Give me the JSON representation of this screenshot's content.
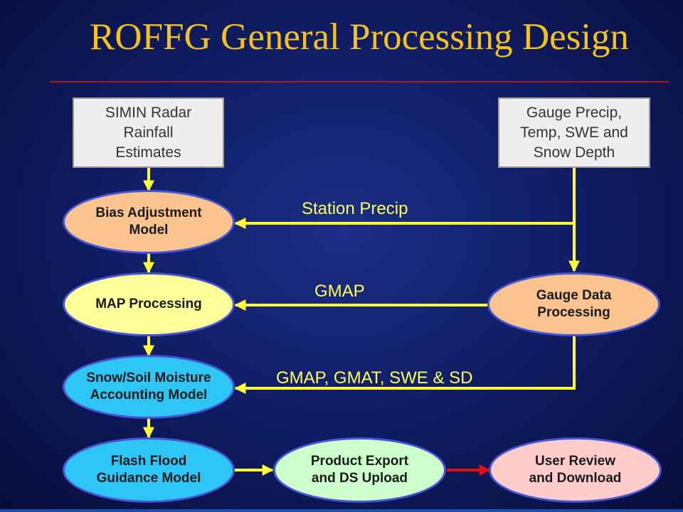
{
  "slide": {
    "title": "ROFFG General Processing Design"
  },
  "boxes": {
    "simin": "SIMIN Radar\nRainfall\nEstimates",
    "gauge_inputs": "Gauge Precip,\nTemp, SWE and\nSnow Depth"
  },
  "nodes": {
    "bias": "Bias Adjustment\nModel",
    "map": "MAP Processing",
    "gauge_proc": "Gauge Data\nProcessing",
    "snow": "Snow/Soil Moisture\nAccounting Model",
    "ffg": "Flash Flood\nGuidance Model",
    "export": "Product Export\nand DS Upload",
    "review": "User Review\nand Download"
  },
  "edge_labels": {
    "station_precip": "Station Precip",
    "gmap": "GMAP",
    "gmap_gmat": "GMAP, GMAT, SWE & SD"
  },
  "colors": {
    "title": "#f5c21c",
    "flow_arrow": "#ffff33",
    "final_arrow": "#e01010",
    "node_border": "#4655d6"
  }
}
